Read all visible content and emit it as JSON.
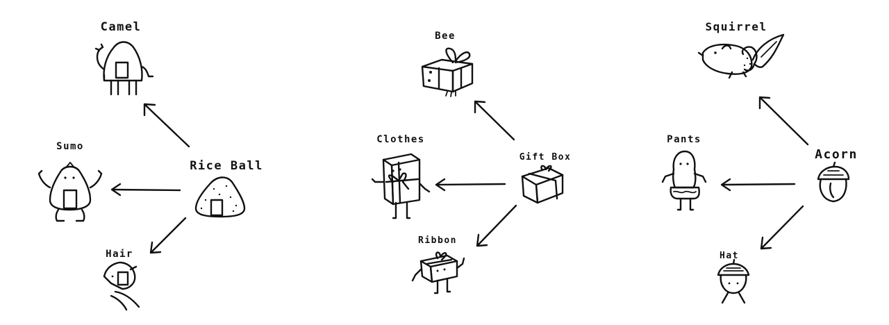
{
  "ink_color": "#111111",
  "background_color": "#ffffff",
  "clusters": [
    {
      "source": "Rice Ball",
      "targets": [
        "Camel",
        "Sumo",
        "Hair"
      ]
    },
    {
      "source": "Gift Box",
      "targets": [
        "Bee",
        "Clothes",
        "Ribbon"
      ]
    },
    {
      "source": "Acorn",
      "targets": [
        "Squirrel",
        "Pants",
        "Hat"
      ]
    }
  ],
  "labels": {
    "rice_ball": "Rice Ball",
    "camel": "Camel",
    "sumo": "Sumo",
    "hair": "Hair",
    "gift_box": "Gift Box",
    "bee": "Bee",
    "clothes": "Clothes",
    "ribbon": "Ribbon",
    "acorn": "Acorn",
    "squirrel": "Squirrel",
    "pants": "Pants",
    "hat": "Hat"
  },
  "icons": {
    "rice_ball": "rice-ball-icon",
    "camel": "camel-icon",
    "sumo": "sumo-icon",
    "hair": "hair-icon",
    "gift_box": "gift-box-icon",
    "bee": "bee-icon",
    "clothes": "clothes-icon",
    "ribbon": "ribbon-icon",
    "acorn": "acorn-icon",
    "squirrel": "squirrel-icon",
    "pants": "pants-icon",
    "hat": "hat-icon"
  }
}
